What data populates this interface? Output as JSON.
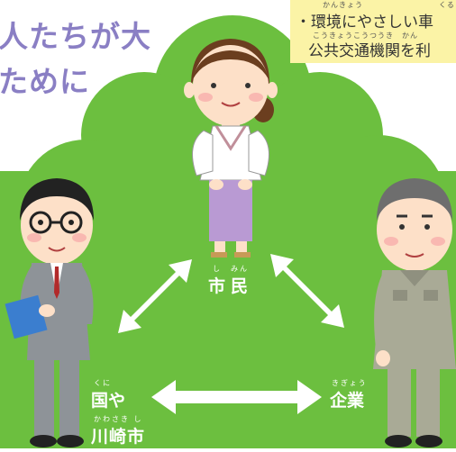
{
  "title": {
    "line1": "人たちが大",
    "line2": "ために"
  },
  "note": {
    "line1": "・環境にやさしい車",
    "line1_ruby": "かんきょう",
    "line1_ruby2": "くる",
    "line2": "公共交通機関を利",
    "line2_ruby": "こうきょうこうつうき　かん"
  },
  "labels": {
    "citizen": "市民",
    "citizen_ruby": "し　みん",
    "company": "企業",
    "company_ruby": "きぎょう",
    "government_line1": "国や",
    "government_ruby1": "くに",
    "government_line2": "川崎市",
    "government_ruby2": "かわさき し"
  },
  "colors": {
    "green": "#6cbf3f",
    "arrow": "#ffffff",
    "title": "#8a7fc4",
    "note_bg": "#fbf3a6"
  }
}
